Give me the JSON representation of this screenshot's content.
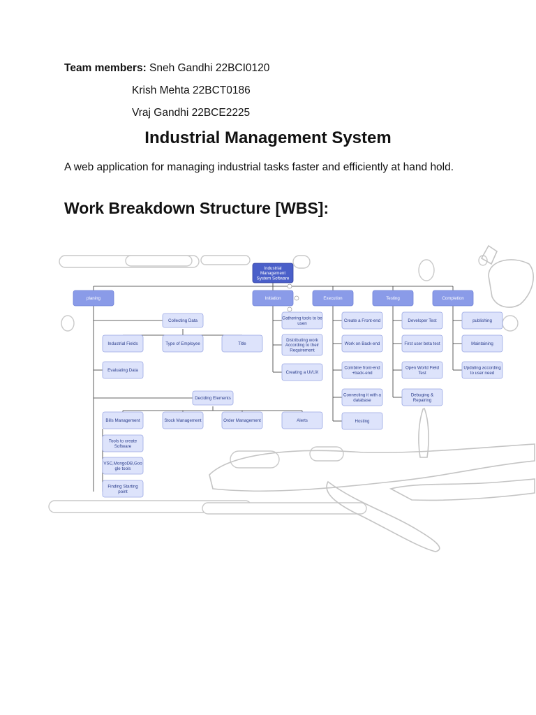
{
  "team": {
    "label": "Team members:",
    "members": [
      "Sneh Gandhi 22BCI0120",
      "Krish Mehta 22BCT0186",
      "Vraj Gandhi 22BCE2225"
    ]
  },
  "title": "Industrial Management System",
  "description": "A web application for managing industrial tasks faster and efficiently at hand hold.",
  "wbs_heading": "Work Breakdown Structure [WBS]:",
  "wbs": {
    "root": [
      "Industrial",
      "Management",
      "System Software"
    ],
    "phases": [
      "planing",
      "Initiation",
      "Execution",
      "Testing",
      "Completion"
    ],
    "planning": {
      "collecting_data": "Collecting Data",
      "data_items": [
        "Industrial Fields",
        "Type of Employee",
        "Title"
      ],
      "evaluating_data": "Evaluating Data",
      "deciding_elements": "Deciding Elements",
      "elements": [
        "Bills Management",
        "Stock Management",
        "Order Management",
        "Alerts"
      ],
      "tools_steps": [
        [
          "Tools to create",
          "Software"
        ],
        [
          "VSC,MongoDB,Goo",
          "gle tools"
        ],
        [
          "Finding Starting",
          "point"
        ]
      ]
    },
    "initiation": [
      [
        "Gathering tools to be",
        "usen"
      ],
      [
        "Distributing work",
        "According to their",
        "Requirement"
      ],
      [
        "Creating a UI/UX"
      ]
    ],
    "execution": [
      [
        "Create a Front-end"
      ],
      [
        "Work on Back-end"
      ],
      [
        "Combine front-end",
        "+back-end"
      ],
      [
        "Connecting it with a",
        "database"
      ],
      [
        "Hosting"
      ]
    ],
    "testing": [
      [
        "Developer Test"
      ],
      [
        "First user beta test"
      ],
      [
        "Open World Field",
        "Test"
      ],
      [
        "Debuging &",
        "Repairing"
      ]
    ],
    "completion": [
      [
        "publishing"
      ],
      [
        "Maintaining"
      ],
      [
        "Updating according",
        "to user need"
      ]
    ]
  },
  "colors": {
    "root_fill": "#4a5fc9",
    "phase_fill": "#8a9be8",
    "node_fill": "#dde3fb",
    "node_stroke": "#9aa8e4",
    "line": "#333333"
  }
}
